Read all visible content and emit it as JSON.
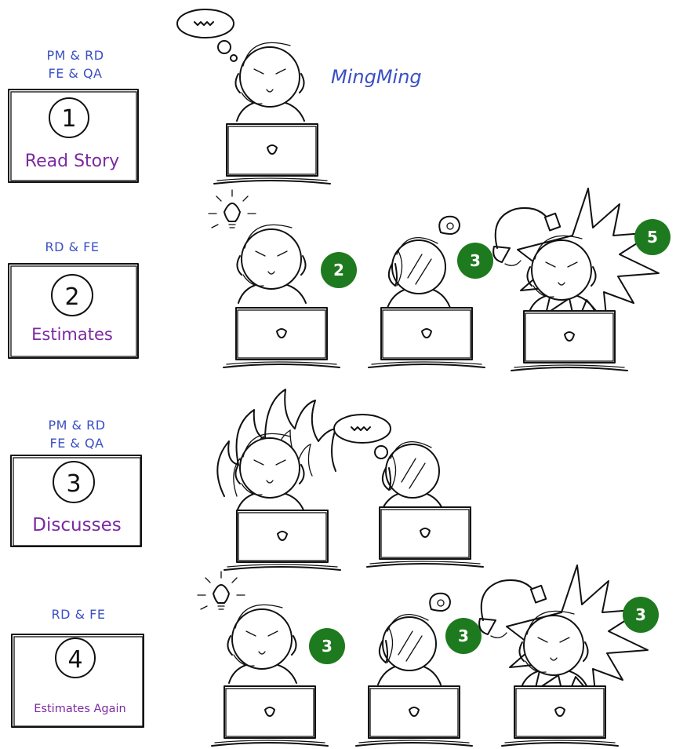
{
  "steps": [
    {
      "roles_line1": "PM & RD",
      "roles_line2": "FE & QA",
      "number": "1",
      "label": "Read Story"
    },
    {
      "roles_line1": "RD & FE",
      "roles_line2": "",
      "number": "2",
      "label": "Estimates"
    },
    {
      "roles_line1": "PM & RD",
      "roles_line2": "FE & QA",
      "number": "3",
      "label": "Discusses"
    },
    {
      "roles_line1": "RD & FE",
      "roles_line2": "",
      "number": "4",
      "label": "Estimates Again"
    }
  ],
  "character_name": "MingMing",
  "estimates_round1": [
    "2",
    "3",
    "5"
  ],
  "estimates_round2": [
    "3",
    "3",
    "3"
  ],
  "colors": {
    "role_text": "#3b4fc4",
    "step_label": "#7b2aa0",
    "badge_fill": "#1e7a1e",
    "badge_text": "#ffffff",
    "ink": "#111111"
  }
}
